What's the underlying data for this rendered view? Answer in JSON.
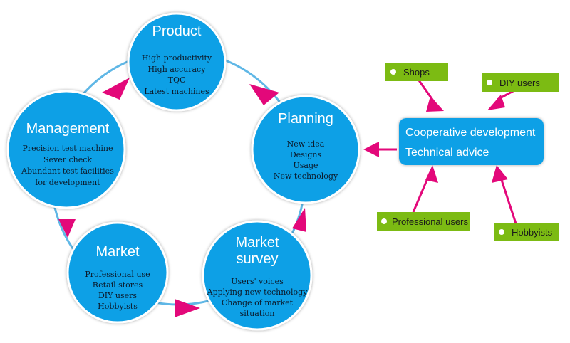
{
  "colors": {
    "circle_fill": "#0aa0e6",
    "ring": "#5fb7e6",
    "arrow": "#e3087a",
    "label_fill": "#7cbb13",
    "box_fill": "#0aa0e6"
  },
  "cycle": {
    "product": {
      "title": [
        "Product"
      ],
      "items": [
        "High productivity",
        "High accuracy",
        "TQC",
        "Latest machines"
      ]
    },
    "planning": {
      "title": [
        "Planning"
      ],
      "items": [
        "New idea",
        "Designs",
        "Usage",
        "New technology"
      ]
    },
    "market_survey": {
      "title": [
        "Market",
        "survey"
      ],
      "items": [
        "Users' voices",
        "Applying new technology",
        "Change of market",
        "situation"
      ]
    },
    "market": {
      "title": [
        "Market"
      ],
      "items": [
        "Professional use",
        "Retail stores",
        "DIY users",
        "Hobbyists"
      ]
    },
    "management": {
      "title": [
        "Management"
      ],
      "items": [
        "Precision test machine",
        "Sever check",
        "Abundant test facilities",
        "for development"
      ]
    }
  },
  "cooperation_box": {
    "lines": [
      "Cooperative development",
      "Technical advice"
    ]
  },
  "user_labels": {
    "shops": "Shops",
    "diy_users": "DIY users",
    "professional_users": "Professional users",
    "hobbyists": "Hobbyists"
  }
}
